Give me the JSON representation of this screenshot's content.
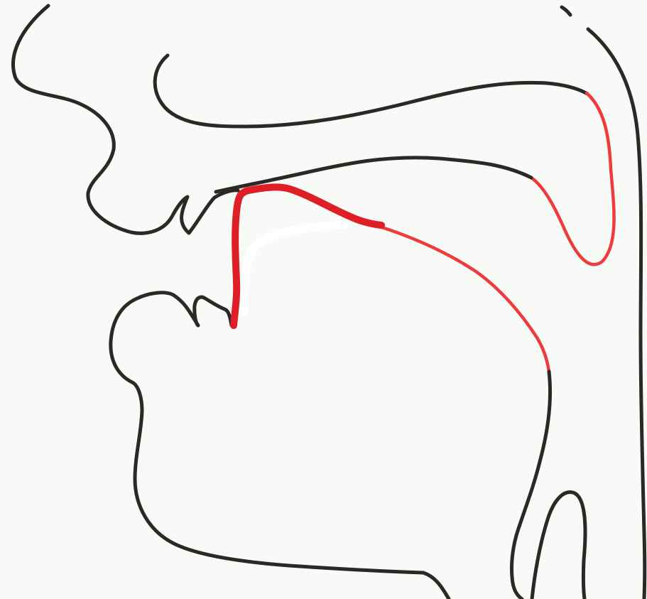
{
  "diagram": {
    "type": "sagittal-vocal-tract",
    "colors": {
      "background": "#f8faf7",
      "outline": "#2b2826",
      "highlight": "#ee3b3b",
      "tongue_position": "#de1f25",
      "cleared_tongue": "#ffffff"
    },
    "regions": [
      "face-profile",
      "hard-palate",
      "tongue",
      "pharynx",
      "epiglottis"
    ]
  }
}
